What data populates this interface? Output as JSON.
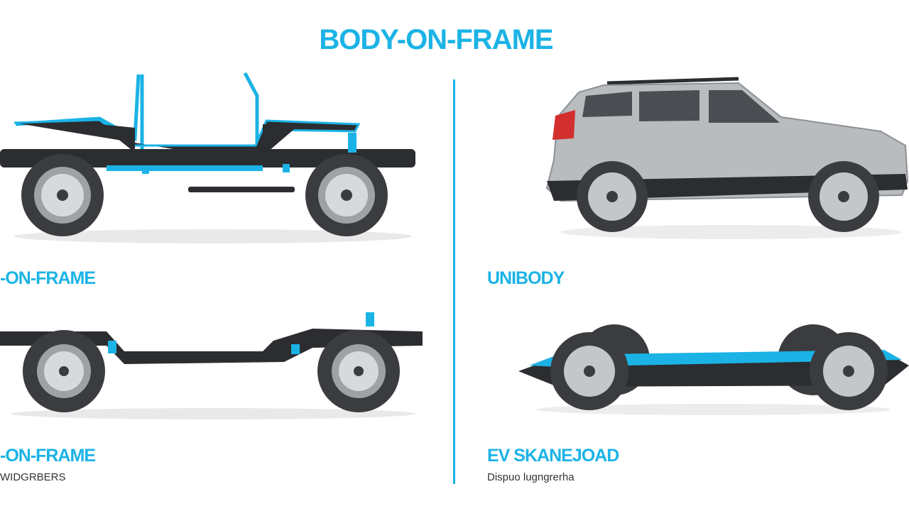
{
  "title": "BODY-ON-FRAME",
  "panels": {
    "top_left_label": "-ON-FRAME",
    "top_right_label": "UNIBODY",
    "bottom_left_label": "-ON-FRAME",
    "bottom_left_caption": "WIDGRBERS",
    "bottom_right_label": "EV SKANEJOAD",
    "bottom_right_caption": "Dispuo lugngrerha"
  },
  "colors": {
    "accent": "#1bb3e6",
    "frame": "#2b2d30",
    "tire": "#3a3c3f",
    "body": "#b9bcbf"
  }
}
